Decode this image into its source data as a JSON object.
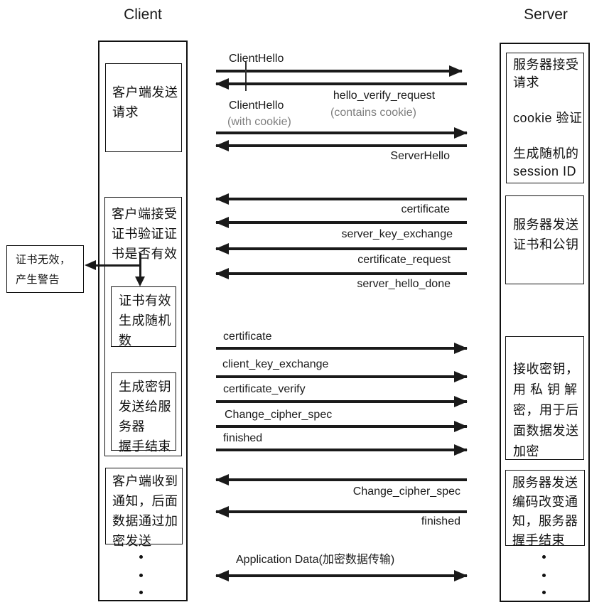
{
  "actors": {
    "client": "Client",
    "server": "Server"
  },
  "client_column": {
    "box_send_request": [
      "客户端发送",
      "请求"
    ],
    "box_accept_cert": [
      "客户端接受",
      "证书验证证",
      "书是否有效"
    ],
    "box_cert_valid": [
      "证书有效",
      "生成随机",
      "数"
    ],
    "box_gen_key": [
      "生成密钥",
      "发送给服",
      "务器",
      "握手结束"
    ],
    "box_received_notice": [
      "客户端收到",
      "通知，后面",
      "数据通过加",
      "密发送"
    ]
  },
  "warning_box": [
    "证书无效，",
    "产生警告"
  ],
  "server_column": {
    "box_accept": [
      "服务器接受",
      "请求",
      "",
      "cookie 验证",
      "",
      "生成随机的",
      "session ID"
    ],
    "box_send_cert": [
      "服务器发送",
      "证书和公钥"
    ],
    "box_recv_key": [
      "接收密钥，",
      "用 私 钥 解",
      "密，用于后",
      "面数据发送",
      "加密"
    ],
    "box_change_cipher": [
      "服务器发送",
      "编码改变通",
      "知，服务器",
      "握手结束"
    ]
  },
  "messages": {
    "client_hello_1": {
      "label": "ClientHello"
    },
    "hello_verify_request": {
      "label": "hello_verify_request",
      "sublabel": "(contains cookie)"
    },
    "client_hello_2": {
      "label": "ClientHello",
      "sublabel": "(with cookie)"
    },
    "server_hello": {
      "label": "ServerHello"
    },
    "certificate_s2c": {
      "label": "certificate"
    },
    "server_key_exchange": {
      "label": "server_key_exchange"
    },
    "certificate_request": {
      "label": "certificate_request"
    },
    "server_hello_done": {
      "label": "server_hello_done"
    },
    "certificate_c2s": {
      "label": "certificate"
    },
    "client_key_exchange": {
      "label": "client_key_exchange"
    },
    "certificate_verify": {
      "label": "certificate_verify"
    },
    "change_cipher_spec_c2s": {
      "label": "Change_cipher_spec"
    },
    "finished_c2s": {
      "label": "finished"
    },
    "change_cipher_spec_s2c": {
      "label": "Change_cipher_spec"
    },
    "finished_s2c": {
      "label": "finished"
    },
    "application_data": {
      "label": "Application Data(加密数据传输)"
    }
  },
  "colors": {
    "line": "#1a1a1a",
    "muted_label": "#7f7f7f"
  }
}
